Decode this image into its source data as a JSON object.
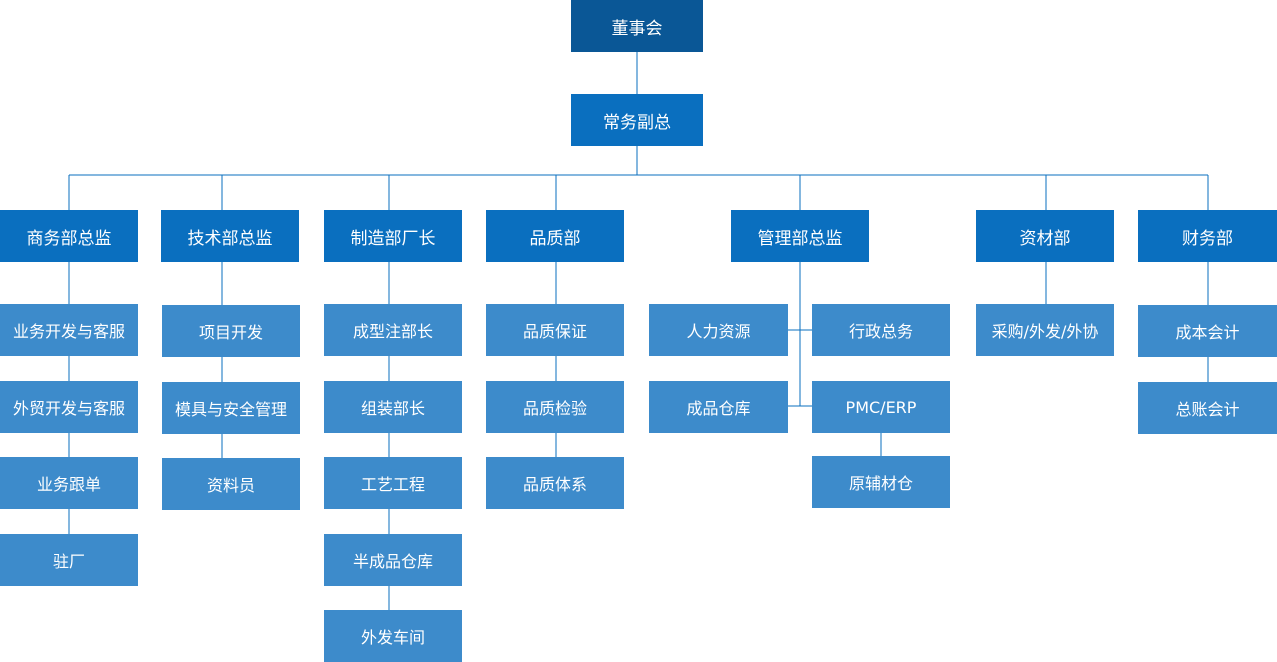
{
  "org": {
    "top": "董事会",
    "deputy": "常务副总",
    "departments": [
      {
        "label": "商务部总监",
        "children": [
          "业务开发与客服",
          "外贸开发与客服",
          "业务跟单",
          "驻厂"
        ]
      },
      {
        "label": "技术部总监",
        "children": [
          "项目开发",
          "模具与安全管理",
          "资料员"
        ]
      },
      {
        "label": "制造部厂长",
        "children": [
          "成型注部长",
          "组装部长",
          "工艺工程",
          "半成品仓库",
          "外发车间"
        ]
      },
      {
        "label": "品质部",
        "children": [
          "品质保证",
          "品质检验",
          "品质体系"
        ]
      },
      {
        "label": "管理部总监",
        "children": [
          "人力资源",
          "行政总务",
          "成品仓库",
          "PMC/ERP"
        ],
        "grandchild": "原辅材仓"
      },
      {
        "label": "资材部",
        "children": [
          "采购/外发/外协"
        ]
      },
      {
        "label": "财务部",
        "children": [
          "成本会计",
          "总账会计"
        ]
      }
    ]
  },
  "colors": {
    "dark": "#0a5796",
    "mid": "#0a6fbf",
    "light": "#3d8bcb",
    "line": "#0a6fbf"
  }
}
